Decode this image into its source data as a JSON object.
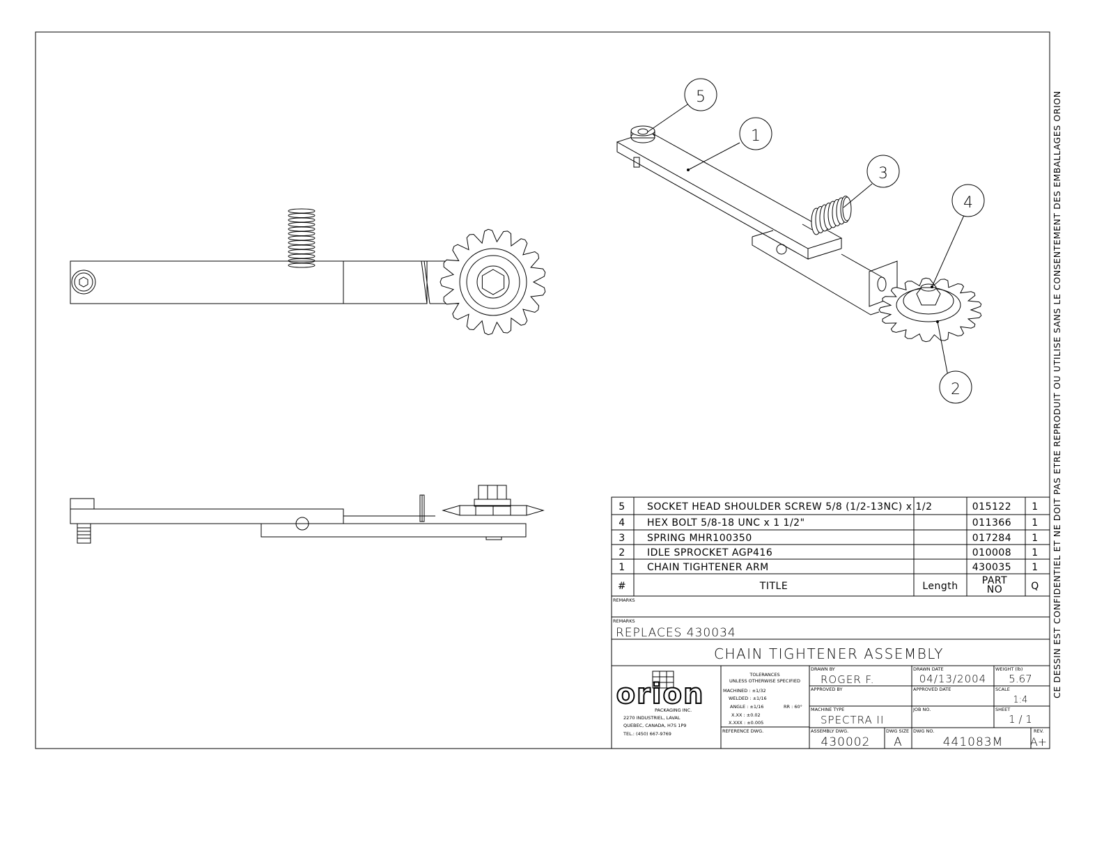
{
  "drawing": {
    "balloons": [
      {
        "num": "5"
      },
      {
        "num": "1"
      },
      {
        "num": "3"
      },
      {
        "num": "4"
      },
      {
        "num": "2"
      }
    ]
  },
  "side_text": "CE DESSIN EST CONFIDENTIEL ET NE DOIT PAS ETRE REPRODUIT OU UTILISE SANS LE CONSENTEMENT DES EMBALLAGES ORION",
  "bom": {
    "rows": [
      {
        "num": "5",
        "title": "SOCKET HEAD SHOULDER SCREW 5/8 (1/2-13NC) x 1/2",
        "length": "",
        "part_no": "015122",
        "qty": "1"
      },
      {
        "num": "4",
        "title": "HEX BOLT 5/8-18 UNC x 1 1/2\"",
        "length": "",
        "part_no": "011366",
        "qty": "1"
      },
      {
        "num": "3",
        "title": "SPRING MHR100350",
        "length": "",
        "part_no": "017284",
        "qty": "1"
      },
      {
        "num": "2",
        "title": "IDLE SPROCKET AGP416",
        "length": "",
        "part_no": "010008",
        "qty": "1"
      },
      {
        "num": "1",
        "title": "CHAIN TIGHTENER ARM",
        "length": "",
        "part_no": "430035",
        "qty": "1"
      }
    ],
    "headers": {
      "num": "#",
      "title": "TITLE",
      "length": "Length",
      "part_line1": "PART",
      "part_line2": "NO",
      "qty": "Q"
    }
  },
  "title_block": {
    "remarks_label_1": "REMARKS",
    "remarks_label_2": "REMARKS",
    "remarks_value": "REPLACES 430034",
    "title": "CHAIN TIGHTENER ASSEMBLY",
    "company": {
      "logo_text": "orion",
      "sub": "PACKAGING INC.",
      "address_1": "2270 INDUSTRIEL, LAVAL",
      "address_2": "QUEBEC, CANADA, H7S 1P9",
      "phone": "TEL.: (450) 667-9769"
    },
    "tolerances": {
      "heading": "TOLERANCES",
      "sub": "UNLESS OTHERWISE SPECIFIED",
      "machined": "MACHINED : ±1/32",
      "welded": "WELDED : ±1/16",
      "angle": "ANGLE : ±1/16",
      "rr": "RR : 60°",
      "xxx": "X.XX : ±0.02",
      "xxxx": "X.XXX : ±0.005",
      "reference_label": "REFERENCE DWG."
    },
    "drawn_by_label": "DRAWN BY",
    "drawn_by": "ROGER F.",
    "drawn_date_label": "DRAWN DATE",
    "drawn_date": "04/13/2004",
    "weight_label": "WEIGHT (lb)",
    "weight": "5.67",
    "approved_by_label": "APPROVED BY",
    "approved_date_label": "APPROVED DATE",
    "scale_label": "SCALE",
    "scale": "1:4",
    "machine_type_label": "MACHINE TYPE",
    "machine_type": "SPECTRA II",
    "job_no_label": "JOB NO.",
    "sheet_label": "SHEET",
    "sheet": "1 / 1",
    "assembly_dwg_label": "ASSEMBLY DWG.",
    "assembly_dwg": "430002",
    "dwg_size_label": "DWG SIZE",
    "dwg_size": "A",
    "dwg_no_label": "DWG NO.",
    "dwg_no": "441083M",
    "rev_label": "REV.",
    "rev": "A+"
  }
}
